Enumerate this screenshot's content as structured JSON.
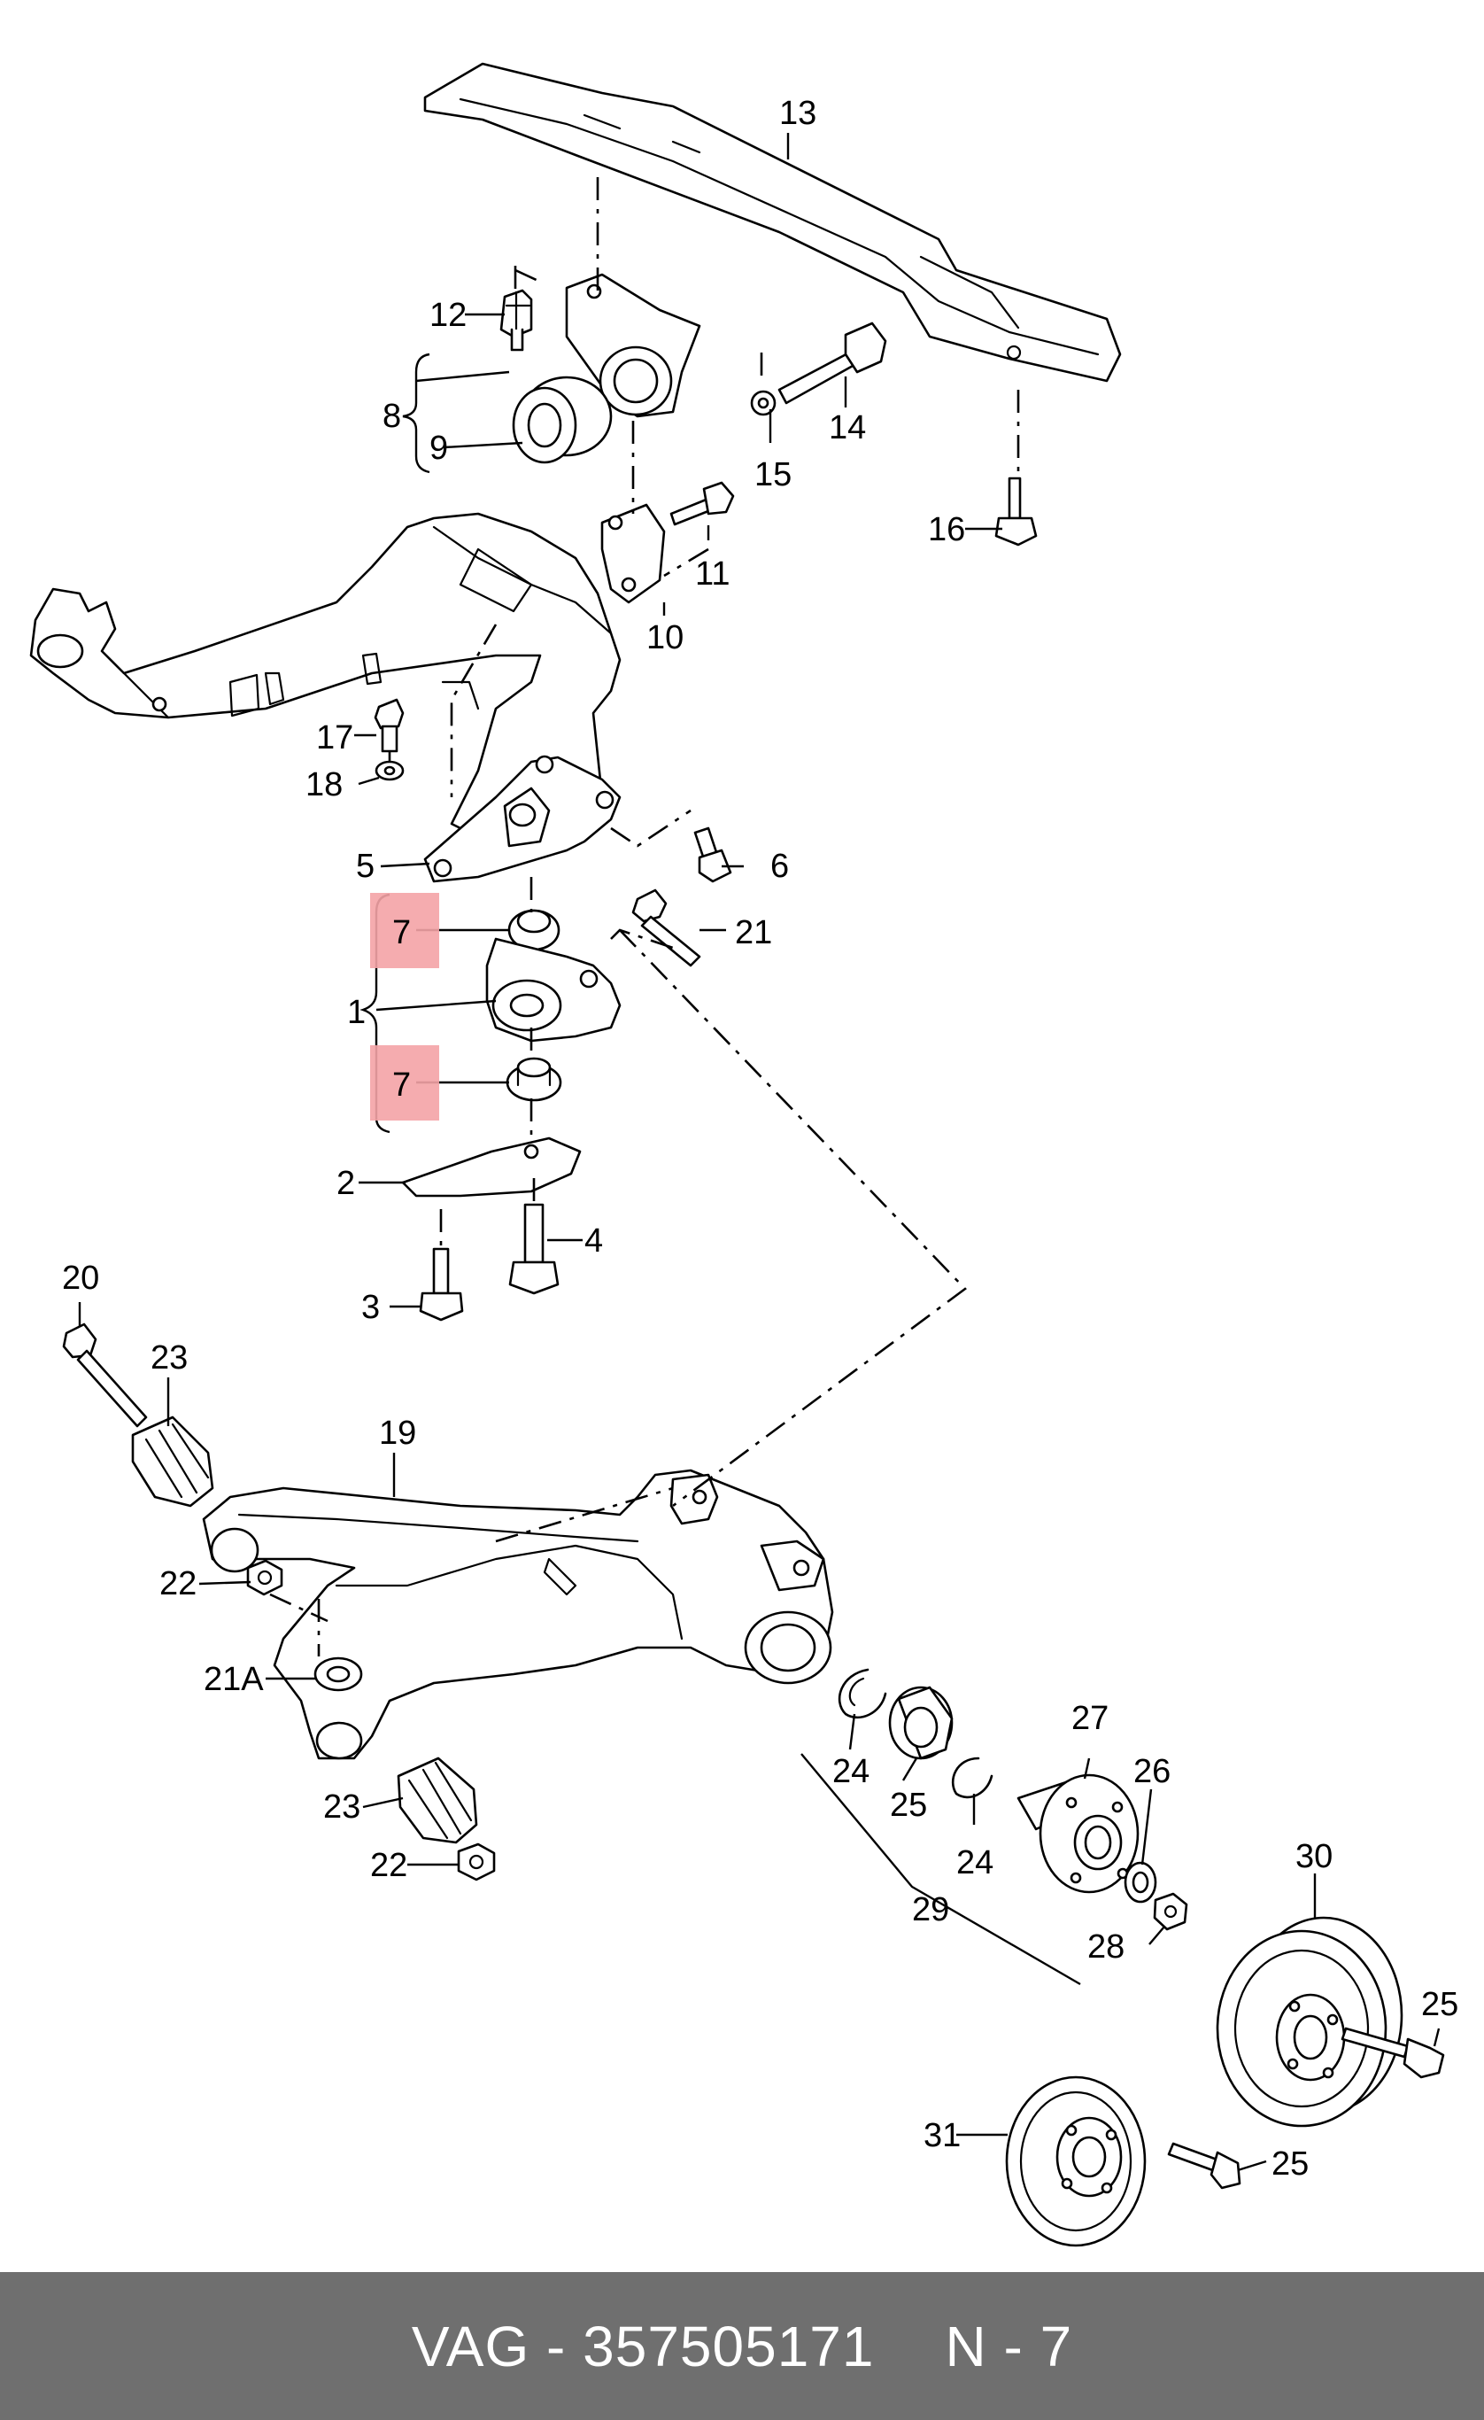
{
  "diagram": {
    "labels": {
      "l1": "1",
      "l2": "2",
      "l3": "3",
      "l4": "4",
      "l5": "5",
      "l6": "6",
      "l7a": "7",
      "l7b": "7",
      "l8": "8",
      "l9": "9",
      "l10": "10",
      "l11": "11",
      "l12": "12",
      "l13": "13",
      "l14": "14",
      "l15": "15",
      "l16": "16",
      "l17": "17",
      "l18": "18",
      "l19": "19",
      "l20": "20",
      "l21": "21",
      "l21a": "21A",
      "l22a": "22",
      "l22b": "22",
      "l23a": "23",
      "l23b": "23",
      "l24a": "24",
      "l24b": "24",
      "l25a": "25",
      "l25b": "25",
      "l25c": "25",
      "l26": "26",
      "l27": "27",
      "l28": "28",
      "l29": "29",
      "l30": "30",
      "l31": "31"
    },
    "highlight_color": "#f4a3a6"
  },
  "footer": {
    "part_number": "VAG - 357505171",
    "position": "N - 7"
  }
}
